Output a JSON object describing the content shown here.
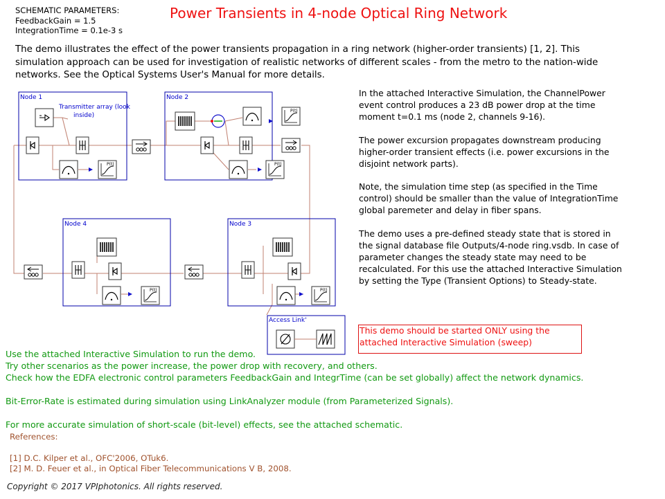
{
  "params": {
    "heading": "SCHEMATIC PARAMETERS:",
    "feedback_gain": "FeedbackGain = 1.5",
    "integration_time": "IntegrationTime = 0.1e-3 s"
  },
  "title": "Power Transients in 4-node Optical Ring Network",
  "intro": "The demo illustrates the effect of the power transients propagation in a ring network (higher-order transients) [1, 2]. This simulation approach can be used for investigation of realistic networks of different scales - from the metro to the nation-wide networks. See the Optical Systems User's Manual for more details.",
  "schematic": {
    "node1": "Node 1",
    "node2": "Node 2",
    "node3": "Node 3",
    "node4": "Node 4",
    "transmitter_label_line1": "Transmitter array (look",
    "transmitter_label_line2": "inside)",
    "access_link": "Access Link'",
    "plot_label": "P(t)"
  },
  "right_desc": {
    "p1": "In the attached Interactive Simulation, the ChannelPower event control produces a 23 dB power drop at the time moment t=0.1 ms  (node 2, channels 9-16).",
    "p2": "The power excursion propagates downstream producing higher-order transient effects (i.e. power excursions in the disjoint network parts).",
    "p3": "Note, the simulation time step (as specified in the Time control) should be smaller than the value of IntegrationTime global paremeter and delay in fiber spans.",
    "p4": "The demo uses a pre-defined steady state that is stored in the signal database file Outputs/4-node ring.vsdb. In case of parameter changes the steady state may need to be recalculated. For this use the attached Interactive Simulation by setting the Type (Transient Options) to Steady-state."
  },
  "warning": "This demo should be started ONLY using the attached Interactive Simulation (sweep)",
  "green": {
    "line1": "Use the attached Interactive Simulation to run the demo.",
    "line2": "Try other scenarios as the power increase, the power drop with recovery, and others.",
    "line3": "Check how the EDFA electronic control parameters FeedbackGain and IntegrTime (can be set globally) affect the network dynamics.",
    "line4": "Bit-Error-Rate is estimated during simulation using LinkAnalyzer module (from Parameterized Signals).",
    "line5": "For more accurate simulation of short-scale (bit-level) effects, see the attached schematic."
  },
  "refs": {
    "heading": "References:",
    "ref1": "[1] D.C. Kilper et al., OFC'2006, OTuk6.",
    "ref2": "[2] M. D. Feuer et al., in Optical Fiber Telecommunications V B, 2008."
  },
  "copyright": "Copyright © 2017 VPIphotonics. All rights reserved.",
  "colors": {
    "title": "#ee1111",
    "node_frame": "#0000aa",
    "wire": "#c08070",
    "green_text": "#119911",
    "refs_text": "#a0522d"
  }
}
